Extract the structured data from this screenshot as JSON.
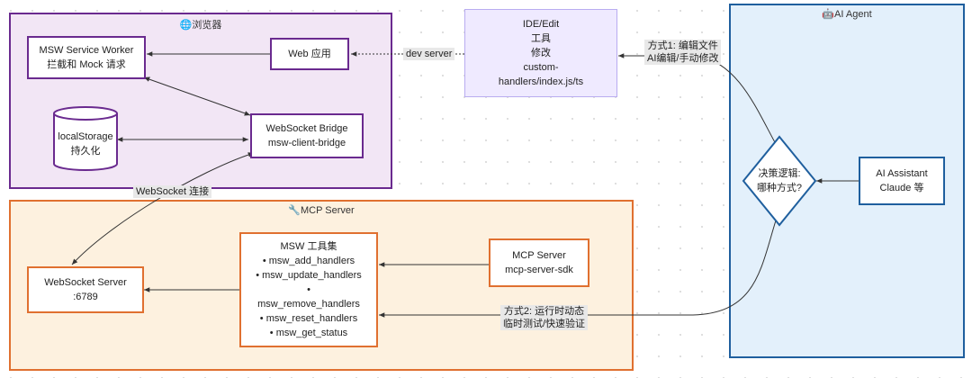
{
  "groups": {
    "browser": {
      "icon": "🌐",
      "title": "浏览器"
    },
    "mcp": {
      "icon": "🔧",
      "title": "MCP Server"
    },
    "agent": {
      "icon": "🤖",
      "title": "AI Agent"
    }
  },
  "nodes": {
    "msw_worker": {
      "line1": "MSW Service Worker",
      "line2": "拦截和 Mock 请求"
    },
    "web_app": {
      "label": "Web 应用"
    },
    "local_storage": {
      "line1": "localStorage",
      "line2": "持久化"
    },
    "ws_bridge": {
      "line1": "WebSocket Bridge",
      "line2": "msw-client-bridge"
    },
    "ide": {
      "line1": "IDE/Edit",
      "line2": "工具",
      "line3": "修改",
      "line4": "custom-",
      "line5": "handlers/index.js/ts"
    },
    "decision": {
      "line1": "决策逻辑:",
      "line2": "哪种方式?"
    },
    "ai_assistant": {
      "line1": "AI Assistant",
      "line2": "Claude 等"
    },
    "ws_server": {
      "line1": "WebSocket Server",
      "line2": ":6789"
    },
    "msw_tools": {
      "title": "MSW 工具集",
      "items": [
        "• msw_add_handlers",
        "• msw_update_handlers",
        "•",
        "msw_remove_handlers",
        "• msw_reset_handlers",
        "• msw_get_status"
      ]
    },
    "mcp_sdk": {
      "line1": "MCP Server",
      "line2": "mcp-server-sdk"
    }
  },
  "edge_labels": {
    "dev_server": "dev server",
    "method1_line1": "方式1: 编辑文件",
    "method1_line2": "AI编辑/手动修改",
    "websocket": "WebSocket 连接",
    "method2_line1": "方式2: 运行时动态",
    "method2_line2": "临时测试/快速验证"
  },
  "colors": {
    "browser_fill": "#f2e6f5",
    "browser_border": "#6a2a8f",
    "mcp_fill": "#fdf1df",
    "mcp_border": "#e07030",
    "agent_fill": "#e3f0fb",
    "agent_border": "#1f5f9e",
    "ide_fill": "#efeaff",
    "edge": "#333333"
  }
}
